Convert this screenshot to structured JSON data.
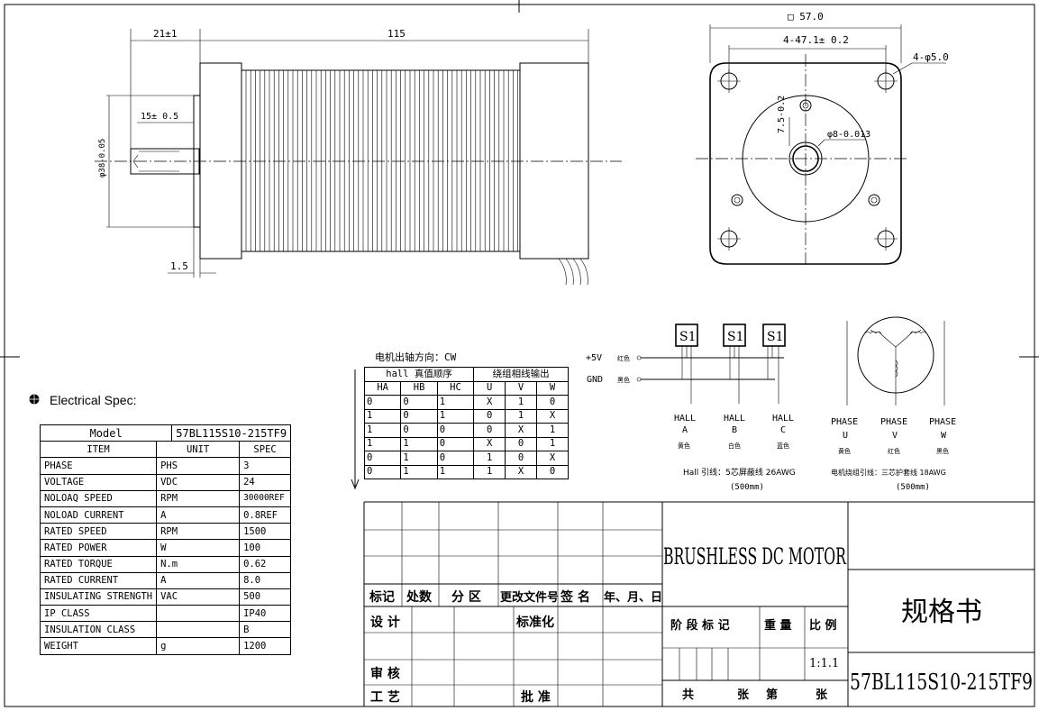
{
  "dims": {
    "shaft_len": "21±1",
    "body_len": "115",
    "key_len": "15± 0.5",
    "pilot_dia": "φ38-0.05",
    "flange_thk": "1.5",
    "square": "□ 57.0",
    "hole_pitch": "4-47.1± 0.2",
    "hole_dia": "4-φ5.0",
    "flat": "7.5-0.2",
    "shaft_dia": "φ8-0.013"
  },
  "electrical": {
    "heading": "Electrical Spec:",
    "model_label": "Model",
    "model_value": "57BL115S10-215TF9",
    "columns": [
      "ITEM",
      "UNIT",
      "SPEC"
    ],
    "rows": [
      [
        "PHASE",
        "PHS",
        "3"
      ],
      [
        "VOLTAGE",
        "VDC",
        "24"
      ],
      [
        "NOLOAQ SPEED",
        "RPM",
        "30000REF"
      ],
      [
        "NOLOAD CURRENT",
        "A",
        "0.8REF"
      ],
      [
        "RATED SPEED",
        "RPM",
        "1500"
      ],
      [
        "RATED POWER",
        "W",
        "100"
      ],
      [
        "RATED TORQUE",
        "N.m",
        "0.62"
      ],
      [
        "RATED CURRENT",
        "A",
        "8.0"
      ],
      [
        "INSULATING STRENGTH",
        "VAC",
        "500"
      ],
      [
        "IP CLASS",
        "",
        "IP40"
      ],
      [
        "INSULATION CLASS",
        "",
        "B"
      ],
      [
        "WEIGHT",
        "g",
        "1200"
      ]
    ]
  },
  "hall_table": {
    "direction": "电机出轴方向：CW",
    "group1": "hall 真值顺序",
    "group2": "绕组相线输出",
    "columns": [
      "HA",
      "HB",
      "HC",
      "U",
      "V",
      "W"
    ],
    "rows": [
      [
        "0",
        "0",
        "1",
        "X",
        "1",
        "0"
      ],
      [
        "1",
        "0",
        "1",
        "0",
        "1",
        "X"
      ],
      [
        "1",
        "0",
        "0",
        "0",
        "X",
        "1"
      ],
      [
        "1",
        "1",
        "0",
        "X",
        "0",
        "1"
      ],
      [
        "0",
        "1",
        "0",
        "1",
        "0",
        "X"
      ],
      [
        "0",
        "1",
        "1",
        "1",
        "X",
        "0"
      ]
    ]
  },
  "wiring": {
    "vcc": "+5V",
    "gnd": "GND",
    "vcc_color": "红色",
    "gnd_color": "黑色",
    "sensor": "S1",
    "halls": [
      {
        "name": "HALL",
        "ch": "A",
        "color": "黄色"
      },
      {
        "name": "HALL",
        "ch": "B",
        "color": "白色"
      },
      {
        "name": "HALL",
        "ch": "C",
        "color": "蓝色"
      }
    ],
    "hall_wire": "Hall 引线：5芯屏蔽线 26AWG",
    "hall_len": "(500mm)",
    "phases": [
      {
        "name": "PHASE",
        "ch": "U",
        "color": "黄色"
      },
      {
        "name": "PHASE",
        "ch": "V",
        "color": "红色"
      },
      {
        "name": "PHASE",
        "ch": "W",
        "color": "黑色"
      }
    ],
    "phase_wire": "电机绕组引线：三芯护套线 18AWG",
    "phase_len": "(500mm)"
  },
  "title_block": {
    "title": "BRUSHLESS DC MOTOR",
    "doc_type": "规格书",
    "part_no": "57BL115S10-215TF9",
    "rev_headers": [
      "标记",
      "处数",
      "分 区",
      "更改文件号",
      "签 名",
      "年、月、日"
    ],
    "design": "设 计",
    "standard": "标准化",
    "review": "审 核",
    "process": "工 艺",
    "approve": "批 准",
    "stage_headers": [
      "阶 段 标 记",
      "重 量",
      "比 例"
    ],
    "scale": "1:1.1",
    "sheet_total": "共",
    "sheet_unit1": "张",
    "sheet_num": "第",
    "sheet_unit2": "张"
  }
}
